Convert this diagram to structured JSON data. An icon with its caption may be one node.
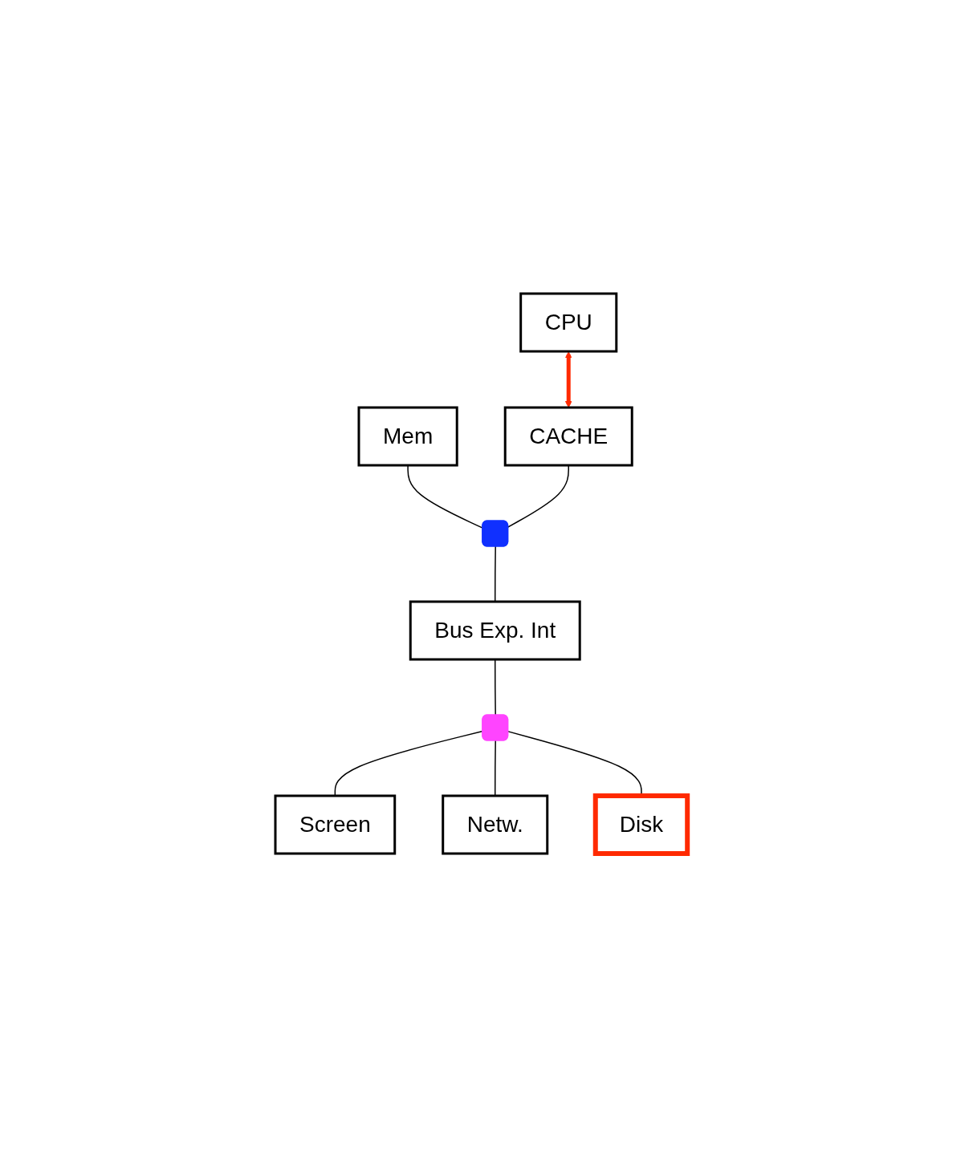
{
  "diagram": {
    "nodes": [
      {
        "text": [
          "CPU"
        ]
      },
      {
        "text": [
          "CACHE"
        ]
      },
      {
        "text": [
          "Mem"
        ]
      },
      {
        "text": [],
        "shape": "bar"
      },
      {
        "text": [
          "Bus Exp. Int"
        ]
      },
      {
        "text": [],
        "shape": "bar"
      },
      {
        "text": [
          "Screen"
        ]
      },
      {
        "text": [
          "Netw."
        ]
      },
      {
        "text": [
          "Disk"
        ]
      }
    ],
    "edges": [
      {
        "from": 0,
        "to": 1,
        "arrow": "both",
        "style": "thick",
        "color": "#ff2a00"
      },
      {
        "from": 2,
        "to": 3,
        "arrow": "none"
      },
      {
        "from": 1,
        "to": 3,
        "arrow": "none"
      },
      {
        "from": 3,
        "to": 4,
        "arrow": "none"
      },
      {
        "from": 4,
        "to": 5,
        "arrow": "none"
      },
      {
        "from": 5,
        "to": 6,
        "arrow": "none"
      },
      {
        "from": 5,
        "to": 7,
        "arrow": "none"
      },
      {
        "from": 5,
        "to": 8,
        "arrow": "none"
      }
    ]
  }
}
